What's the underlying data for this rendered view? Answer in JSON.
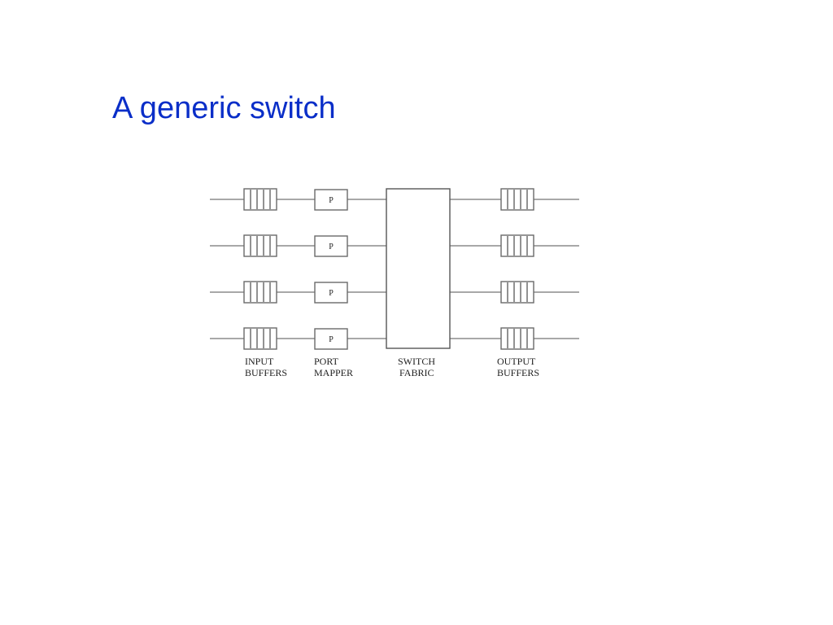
{
  "slide": {
    "title": "A generic switch"
  },
  "diagram": {
    "port_count": 4,
    "mapper_label": "P",
    "stages": [
      {
        "line1": "INPUT",
        "line2": "BUFFERS"
      },
      {
        "line1": "PORT",
        "line2": "MAPPER"
      },
      {
        "line1": "SWITCH",
        "line2": "FABRIC"
      },
      {
        "line1": "OUTPUT",
        "line2": "BUFFERS"
      }
    ]
  }
}
